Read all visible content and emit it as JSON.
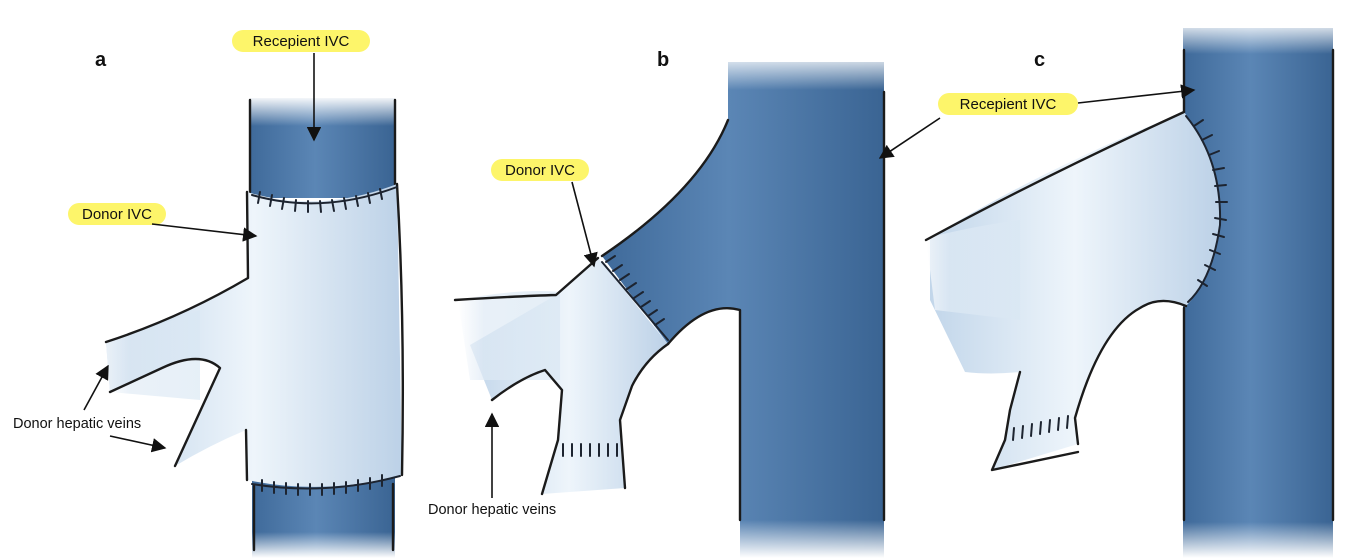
{
  "panels": [
    {
      "letter": "a"
    },
    {
      "letter": "b"
    },
    {
      "letter": "c"
    }
  ],
  "labels": {
    "a_recipient_ivc": "Recepient IVC",
    "a_donor_ivc": "Donor IVC",
    "a_donor_hepatic_veins": "Donor hepatic veins",
    "b_donor_ivc": "Donor IVC",
    "b_donor_hepatic_veins": "Donor hepatic veins",
    "c_recipient_ivc": "Recepient IVC"
  },
  "colors": {
    "recipient_vessel": "#4f79a8",
    "donor_vessel": "#dce9f4",
    "label_highlight": "#fdf56a"
  }
}
